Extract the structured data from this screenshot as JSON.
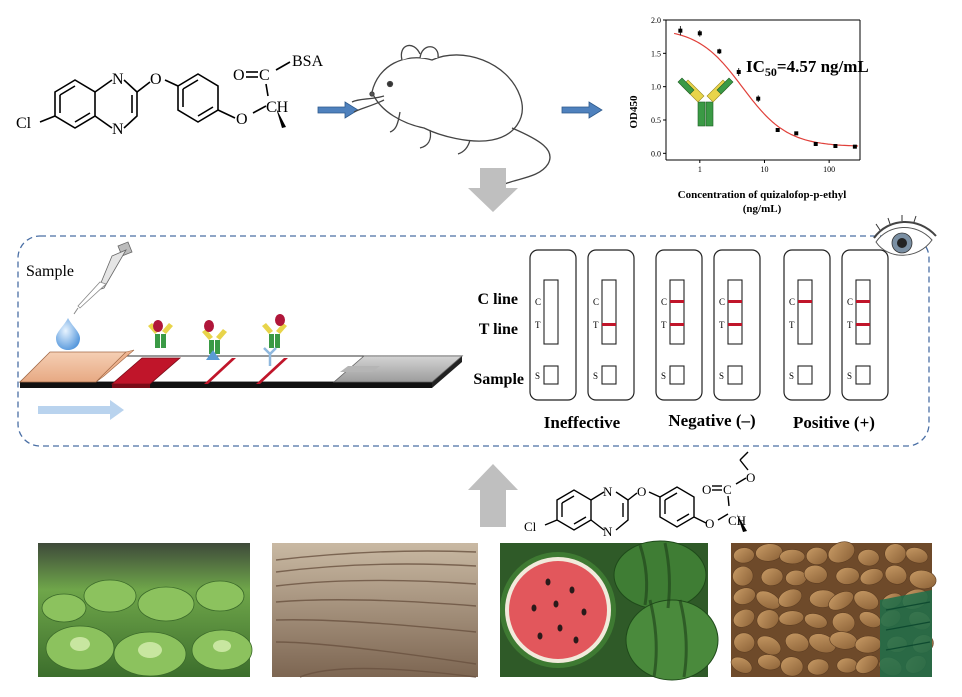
{
  "colors": {
    "arrow_blue": "#4f81bd",
    "big_arrow_gray": "#bfbfbf",
    "dashed_border": "#4a6fa5",
    "red_line": "#c0152a",
    "fit_curve": "#e0403a",
    "antibody_green": "#3a9a45",
    "antibody_yellow": "#e8d44a",
    "gold_red": "#b0163a",
    "flow_arrow": "#b9d3ee"
  },
  "chemistry_top": {
    "atom_n1": "N",
    "atom_n2": "N",
    "atom_o1": "O",
    "atom_o2": "O",
    "atom_o3": "O",
    "atom_c": "C",
    "atom_ch": "CH",
    "atom_cl": "Cl",
    "conjugate": "BSA"
  },
  "chemistry_bottom": {
    "atom_n1": "N",
    "atom_n2": "N",
    "atom_o1": "O",
    "atom_o2": "O",
    "atom_o3": "O",
    "atom_o4": "O",
    "atom_c": "C",
    "atom_ch": "CH",
    "atom_cl": "Cl"
  },
  "chart_data": {
    "type": "scatter",
    "ylabel": "OD450",
    "xlabel_line1": "Concentration of quizalofop-p-ethyl",
    "xlabel_line2": "(ng/mL)",
    "annotation": "IC",
    "annotation_sub": "50",
    "annotation_value": "=4.57 ng/mL",
    "x_scale": "log",
    "xlim": [
      0.3,
      300
    ],
    "ylim": [
      -0.1,
      2.0
    ],
    "y_ticks": [
      "0.0",
      "0.5",
      "1.0",
      "1.5",
      "2.0"
    ],
    "y_tick_values": [
      0.0,
      0.5,
      1.0,
      1.5,
      2.0
    ],
    "x_ticks": [
      "1",
      "10",
      "100"
    ],
    "x_tick_values": [
      1,
      10,
      100
    ],
    "points": [
      {
        "x": 0.5,
        "y": 1.84,
        "err": 0.07
      },
      {
        "x": 1.0,
        "y": 1.8,
        "err": 0.05
      },
      {
        "x": 2.0,
        "y": 1.53,
        "err": 0.04
      },
      {
        "x": 4.0,
        "y": 1.22,
        "err": 0.06
      },
      {
        "x": 8.0,
        "y": 0.82,
        "err": 0.05
      },
      {
        "x": 16.0,
        "y": 0.35,
        "err": 0.03
      },
      {
        "x": 31.0,
        "y": 0.3,
        "err": 0.02
      },
      {
        "x": 62.0,
        "y": 0.14,
        "err": 0.02
      },
      {
        "x": 125.0,
        "y": 0.11,
        "err": 0.02
      },
      {
        "x": 250.0,
        "y": 0.1,
        "err": 0.01
      }
    ],
    "fit": {
      "top": 1.88,
      "bottom": 0.1,
      "ic50": 4.57,
      "hill": 1.25
    }
  },
  "strip": {
    "sample_label": "Sample"
  },
  "strip_labels": {
    "c_line": "C line",
    "t_line": "T line",
    "sample": "Sample"
  },
  "cassettes": [
    {
      "c": "C",
      "t": "T",
      "s": "S",
      "c_line": false,
      "t_line": false
    },
    {
      "c": "C",
      "t": "T",
      "s": "S",
      "c_line": false,
      "t_line": true
    },
    {
      "c": "C",
      "t": "T",
      "s": "S",
      "c_line": true,
      "t_line": true
    },
    {
      "c": "C",
      "t": "T",
      "s": "S",
      "c_line": true,
      "t_line": true
    },
    {
      "c": "C",
      "t": "T",
      "s": "S",
      "c_line": true,
      "t_line": false
    },
    {
      "c": "C",
      "t": "T",
      "s": "S",
      "c_line": true,
      "t_line": true
    }
  ],
  "results": {
    "ineffective": "Ineffective",
    "negative": "Negative (–)",
    "positive": "Positive (+)"
  },
  "photos": [
    {
      "icon": "cabbage-field-photo"
    },
    {
      "icon": "soil-field-photo"
    },
    {
      "icon": "watermelon-photo"
    },
    {
      "icon": "potato-photo"
    }
  ]
}
